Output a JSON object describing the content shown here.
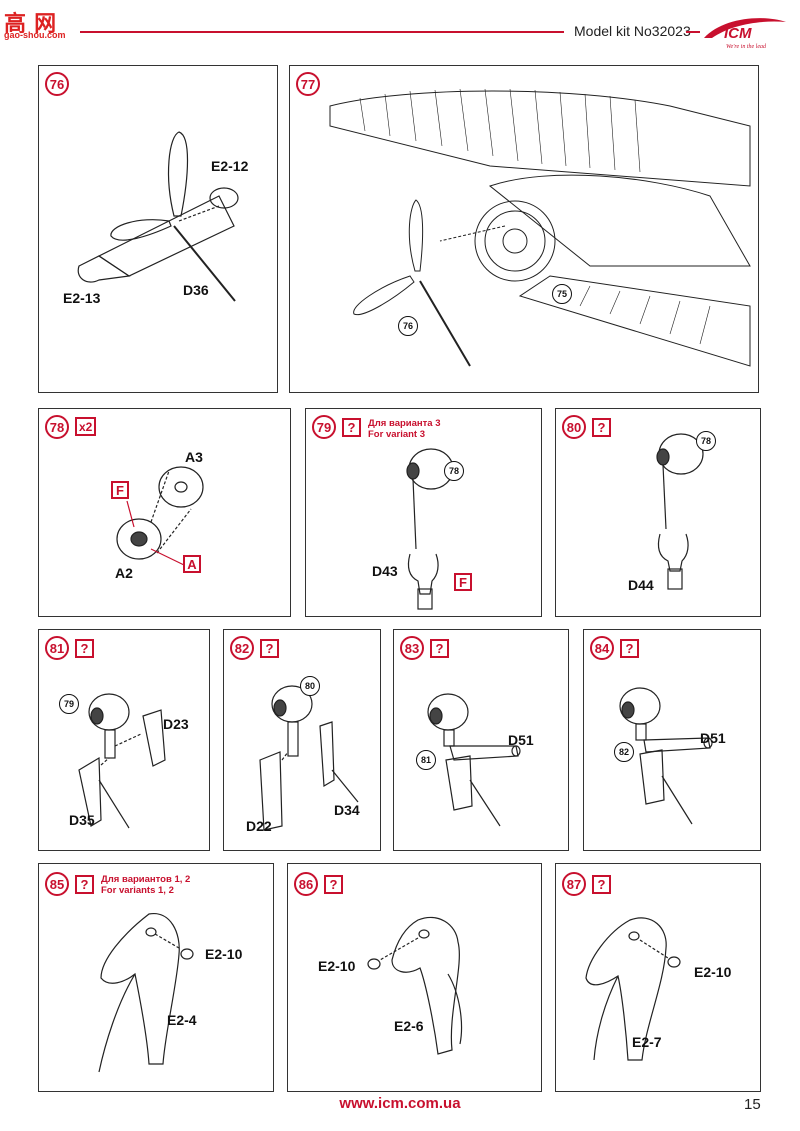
{
  "header": {
    "watermark": "高 网",
    "watermark_sub": "gao-shou.com",
    "kit": "Model kit No32023",
    "logo_text": "ICM",
    "logo_tagline": "We're in the lead"
  },
  "steps": {
    "s76": {
      "num": "76",
      "labels": [
        "E2-12",
        "E2-13",
        "D36"
      ]
    },
    "s77": {
      "num": "77",
      "refs": [
        "75",
        "76"
      ]
    },
    "s78": {
      "num": "78",
      "qty": "x2",
      "labels": [
        "A3",
        "A2"
      ],
      "reds": [
        "F",
        "A"
      ]
    },
    "s79": {
      "num": "79",
      "q": "?",
      "note1": "Для варианта 3",
      "note2": "For variant 3",
      "labels": [
        "D43"
      ],
      "reds": [
        "F"
      ],
      "refs": [
        "78"
      ]
    },
    "s80": {
      "num": "80",
      "q": "?",
      "labels": [
        "D44"
      ],
      "refs": [
        "78"
      ]
    },
    "s81": {
      "num": "81",
      "q": "?",
      "labels": [
        "D23",
        "D35"
      ],
      "refs": [
        "79"
      ]
    },
    "s82": {
      "num": "82",
      "q": "?",
      "labels": [
        "D34",
        "D22"
      ],
      "refs": [
        "80"
      ]
    },
    "s83": {
      "num": "83",
      "q": "?",
      "labels": [
        "D51"
      ],
      "refs": [
        "81"
      ]
    },
    "s84": {
      "num": "84",
      "q": "?",
      "labels": [
        "D51"
      ],
      "refs": [
        "82"
      ]
    },
    "s85": {
      "num": "85",
      "q": "?",
      "note1": "Для вариантов 1, 2",
      "note2": "For variants 1, 2",
      "labels": [
        "E2-10",
        "E2-4"
      ]
    },
    "s86": {
      "num": "86",
      "q": "?",
      "labels": [
        "E2-10",
        "E2-6"
      ]
    },
    "s87": {
      "num": "87",
      "q": "?",
      "labels": [
        "E2-10",
        "E2-7"
      ]
    }
  },
  "footer": {
    "url": "www.icm.com.ua",
    "page": "15"
  },
  "colors": {
    "accent": "#c8102e",
    "line": "#333333"
  }
}
